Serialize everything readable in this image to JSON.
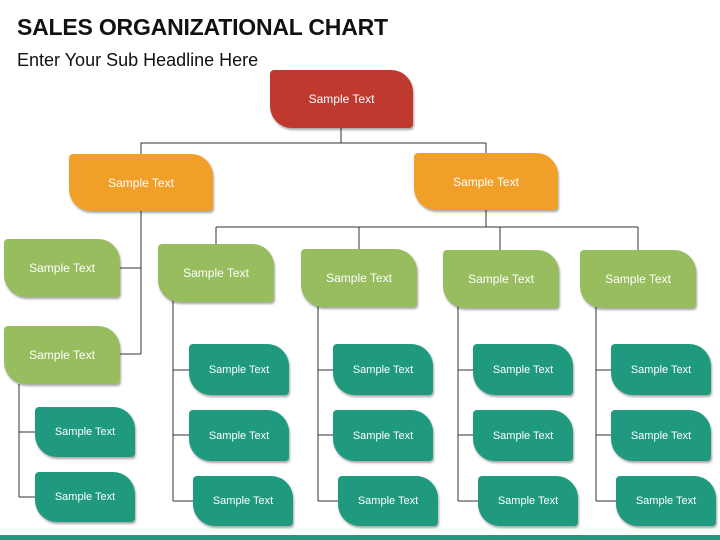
{
  "header": {
    "title": "SALES ORGANIZATIONAL CHART",
    "subtitle": "Enter Your Sub Headline Here"
  },
  "colors": {
    "root": "#c0392f",
    "manager": "#f0a028",
    "lead": "#98bd5e",
    "member": "#1f9a7e",
    "connector": "#333333"
  },
  "chart": {
    "root": "Sample Text",
    "managers": [
      "Sample Text",
      "Sample Text"
    ],
    "left_leads": [
      "Sample Text",
      "Sample Text"
    ],
    "left_lead_members": [
      "Sample Text",
      "Sample Text"
    ],
    "right_leads": [
      {
        "label": "Sample Text",
        "members": [
          "Sample Text",
          "Sample Text",
          "Sample Text"
        ]
      },
      {
        "label": "Sample Text",
        "members": [
          "Sample Text",
          "Sample Text",
          "Sample Text"
        ]
      },
      {
        "label": "Sample Text",
        "members": [
          "Sample Text",
          "Sample Text",
          "Sample Text"
        ]
      },
      {
        "label": "Sample Text",
        "members": [
          "Sample Text",
          "Sample Text",
          "Sample Text"
        ]
      }
    ]
  }
}
